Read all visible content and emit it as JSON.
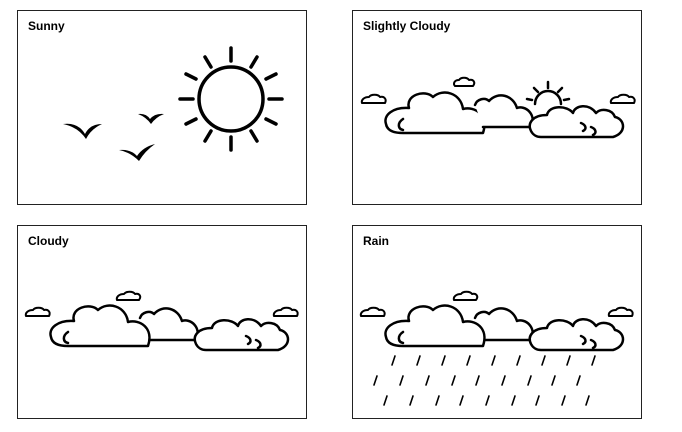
{
  "panels": [
    {
      "id": "sunny",
      "title": "Sunny",
      "icons": [
        "sun-icon",
        "bird-icon"
      ]
    },
    {
      "id": "slightly-cloudy",
      "title": "Slightly Cloudy",
      "icons": [
        "cloud-icon",
        "partial-sun-icon"
      ]
    },
    {
      "id": "cloudy",
      "title": "Cloudy",
      "icons": [
        "cloud-icon"
      ]
    },
    {
      "id": "rain",
      "title": "Rain",
      "icons": [
        "cloud-icon",
        "rain-drop-icon"
      ]
    }
  ],
  "colors": {
    "stroke": "#000000",
    "background": "#ffffff",
    "border": "#222222"
  }
}
